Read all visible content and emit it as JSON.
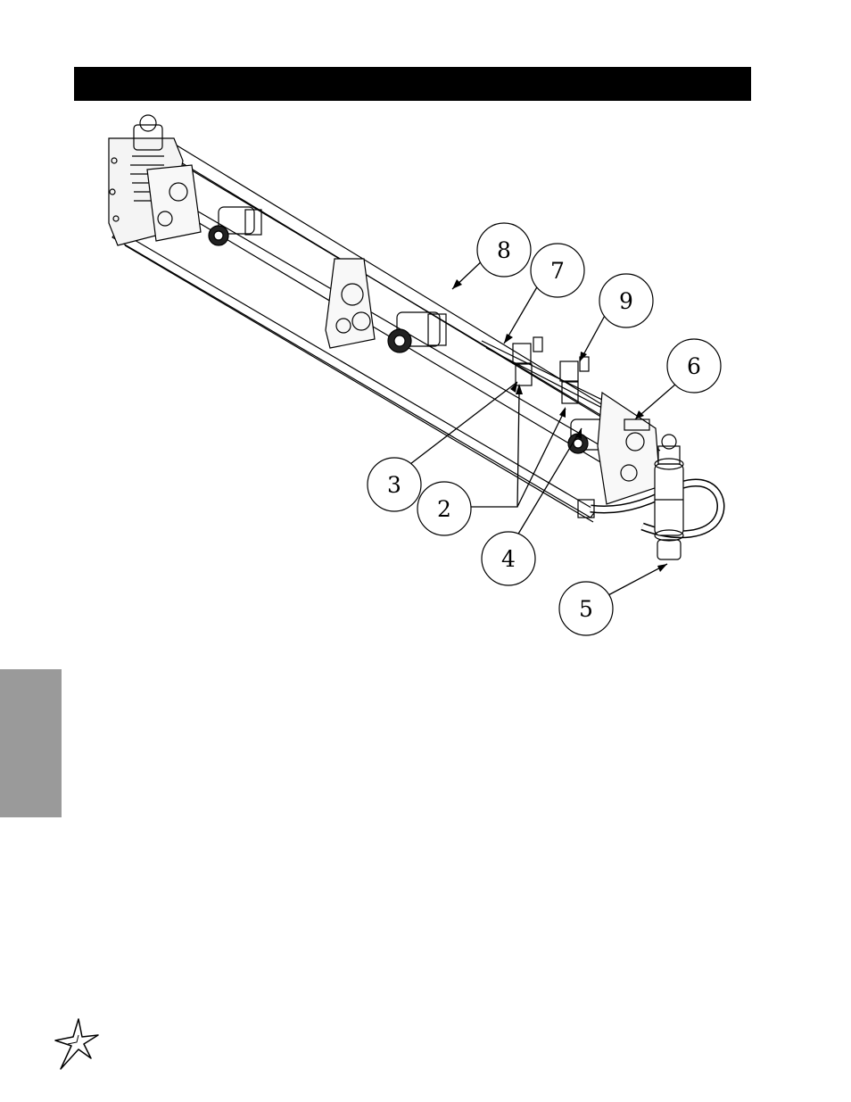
{
  "header": {
    "bar_color": "#000000"
  },
  "side_tab": {
    "color": "#9a9a9a"
  },
  "callouts": [
    {
      "id": "c8",
      "label": "8"
    },
    {
      "id": "c7",
      "label": "7"
    },
    {
      "id": "c9",
      "label": "9"
    },
    {
      "id": "c6",
      "label": "6"
    },
    {
      "id": "c3",
      "label": "3"
    },
    {
      "id": "c2",
      "label": "2"
    },
    {
      "id": "c4",
      "label": "4"
    },
    {
      "id": "c5",
      "label": "5"
    }
  ],
  "logo": {
    "icon": "star-logo-icon"
  }
}
